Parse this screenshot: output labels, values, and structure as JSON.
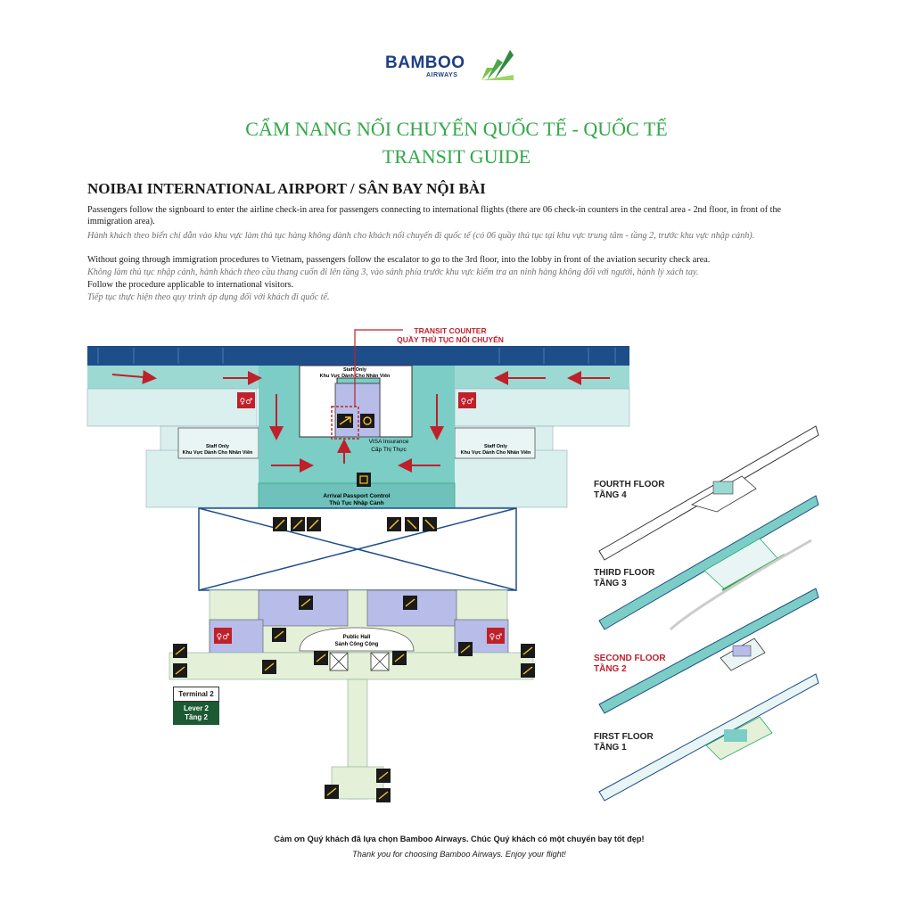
{
  "logo": {
    "name": "BAMBOO",
    "sub": "AIRWAYS"
  },
  "title_vi": "CẨM NANG NỐI CHUYẾN QUỐC TẾ - QUỐC TẾ",
  "title_en": "TRANSIT GUIDE",
  "airport_heading": "NOIBAI INTERNATIONAL AIRPORT / SÂN BAY NỘI BÀI",
  "paragraphs": [
    {
      "en": "Passengers follow the signboard to enter the airline check-in area for passengers connecting to international flights (there are 06 check-in counters in the central area - 2nd floor, in front of the immigration area).",
      "vi": "Hành khách theo biển chỉ dẫn vào khu vực làm thủ tục hàng không dành cho khách nối chuyến đi quốc tế (có 06 quầy thủ tục tại khu vực trung tâm - tầng 2, trước khu vực nhập cảnh)."
    },
    {
      "en": "Without going through immigration procedures to Vietnam, passengers follow the escalator to go to the 3rd floor, into the lobby in front of the aviation security check area.",
      "vi": "Không làm thủ tục nhập cảnh, hành khách theo cầu thang cuốn đi lên tầng 3, vào sảnh phía trước khu vực kiểm tra an ninh hàng không đối với người, hành lý xách tay."
    },
    {
      "en": "Follow the procedure applicable to international visitors.",
      "vi": "Tiếp tục thực hiện theo quy trình áp dụng đối với khách đi quốc tế."
    }
  ],
  "map": {
    "transit_counter": [
      "TRANSIT COUNTER",
      "QUẦY THỦ TỤC NỐI CHUYẾN"
    ],
    "staff_top": [
      "Staff Only",
      "Khu Vực Dành Cho Nhân Viên"
    ],
    "staff_left": [
      "Staff Only",
      "Khu Vực Dành Cho Nhân Viên"
    ],
    "staff_right": [
      "Staff Only",
      "Khu Vực Dành Cho Nhân Viên"
    ],
    "visa": [
      "VISA Insurance",
      "Cấp Thị Thực"
    ],
    "arrival": [
      "Arrival Passport Control",
      "Thủ Tục Nhập Cảnh"
    ],
    "public_hall": [
      "Public Hall",
      "Sảnh Công Cộng"
    ],
    "terminal": "Terminal 2",
    "level": [
      "Lever 2",
      "Tầng 2"
    ]
  },
  "floors": [
    {
      "en": "FOURTH FLOOR",
      "vi": "TẦNG 4",
      "highlight": false
    },
    {
      "en": "THIRD FLOOR",
      "vi": "TẦNG 3",
      "highlight": false
    },
    {
      "en": "SECOND FLOOR",
      "vi": "TẦNG 2",
      "highlight": true
    },
    {
      "en": "FIRST FLOOR",
      "vi": "TẦNG 1",
      "highlight": false
    }
  ],
  "footer_vi": "Cảm ơn Quý khách đã lựa chọn Bamboo Airways. Chúc Quý khách có một chuyến bay tốt đẹp!",
  "footer_en": "Thank you for choosing Bamboo Airways. Enjoy your flight!",
  "colors": {
    "title_green": "#33a84a",
    "navy": "#1c3f86",
    "teal": "#7ccdc6",
    "red": "#c0202a",
    "lavender": "#b7bde8"
  }
}
